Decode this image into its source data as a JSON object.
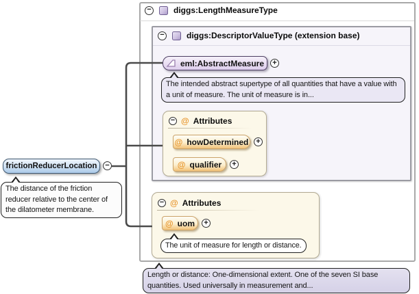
{
  "icons": {
    "collapse": "−",
    "expand": "+",
    "attribute": "@"
  },
  "colors": {
    "element_blue": "#aac9e8",
    "element_purple": "#ddcdec",
    "attribute_orange": "#f2c278",
    "annotation_lavender": "#eae7f4",
    "wire": "#4a4a4a"
  },
  "root_element": {
    "label": "frictionReducerLocation",
    "annotation": "The distance of the friction reducer relative to the center of the dilatometer membrane."
  },
  "type_box": {
    "title": "diggs:LengthMeasureType",
    "extension_box": {
      "title": "diggs:DescriptorValueType (extension base)",
      "base_element": {
        "label": "eml:AbstractMeasure",
        "annotation": "The intended abstract supertype of all quantities that have a value with a unit of measure. The unit of measure is in..."
      },
      "attributes": {
        "header": "Attributes",
        "items": [
          {
            "label": "howDetermined"
          },
          {
            "label": "qualifier"
          }
        ]
      }
    },
    "attributes": {
      "header": "Attributes",
      "items": [
        {
          "label": "uom",
          "annotation": "The unit of measure for length or distance."
        }
      ]
    }
  },
  "footer_annotation": "Length or distance: One-dimensional extent. One of the seven SI base quantities. Used universally in measurement and..."
}
